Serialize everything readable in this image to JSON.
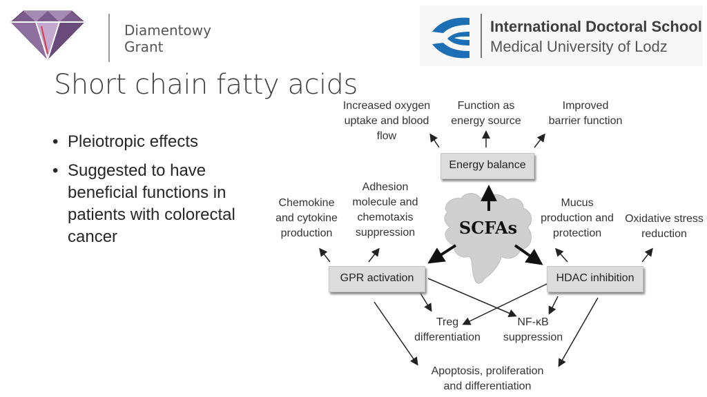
{
  "header": {
    "left_logo_name": "diamond-logo",
    "left_brand": "Diamentowy\nGrant",
    "right_logo_name": "idc-logo",
    "right_title": "International Doctoral School",
    "right_subtitle": "Medical University of Lodz"
  },
  "slide": {
    "title": "Short chain fatty acids",
    "bullets": [
      "Pleiotropic effects",
      "Suggested to have beneficial functions in patients with colorectal cancer"
    ]
  },
  "diagram": {
    "center": "SCFAs",
    "boxes": {
      "energy": "Energy balance",
      "gpr": "GPR activation",
      "hdac": "HDAC inhibition"
    },
    "labels": {
      "oxygen": "Increased oxygen\nuptake and blood\nflow",
      "energy_source": "Function as\nenergy source",
      "barrier": "Improved\nbarrier function",
      "chemokine": "Chemokine\nand cytokine\nproduction",
      "adhesion": "Adhesion\nmolecule and\nchemotaxis\nsuppression",
      "mucus": "Mucus\nproduction and\nprotection",
      "oxidative": "Oxidative stress\nreduction",
      "treg": "Treg\ndifferentiation",
      "nfkb": "NF-κB\nsuppression",
      "apoptosis": "Apoptosis, proliferation\nand differentiation"
    }
  }
}
